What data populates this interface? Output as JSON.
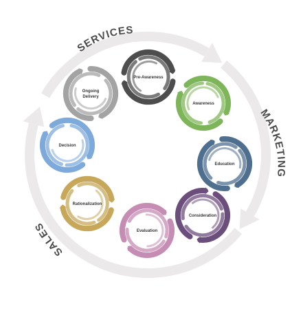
{
  "big_cycle": {
    "segments": [
      {
        "label": "SERVICES"
      },
      {
        "label": "MARKETING"
      },
      {
        "label": "SALES"
      }
    ],
    "color": "#ece9ea"
  },
  "stages": [
    {
      "lines": [
        "Pre-Awareness"
      ],
      "color": "#4d4d4d"
    },
    {
      "lines": [
        "Awareness"
      ],
      "color": "#7fb55a"
    },
    {
      "lines": [
        "Education"
      ],
      "color": "#4f6f8f"
    },
    {
      "lines": [
        "Consideration"
      ],
      "color": "#6c4e7c"
    },
    {
      "lines": [
        "Evaluation"
      ],
      "color": "#c58cb4"
    },
    {
      "lines": [
        "Rationalization"
      ],
      "color": "#c7a85a"
    },
    {
      "lines": [
        "Decision"
      ],
      "color": "#7daadb"
    },
    {
      "lines": [
        "Ongoing",
        "Delivery"
      ],
      "color": "#a3a3a3"
    }
  ]
}
